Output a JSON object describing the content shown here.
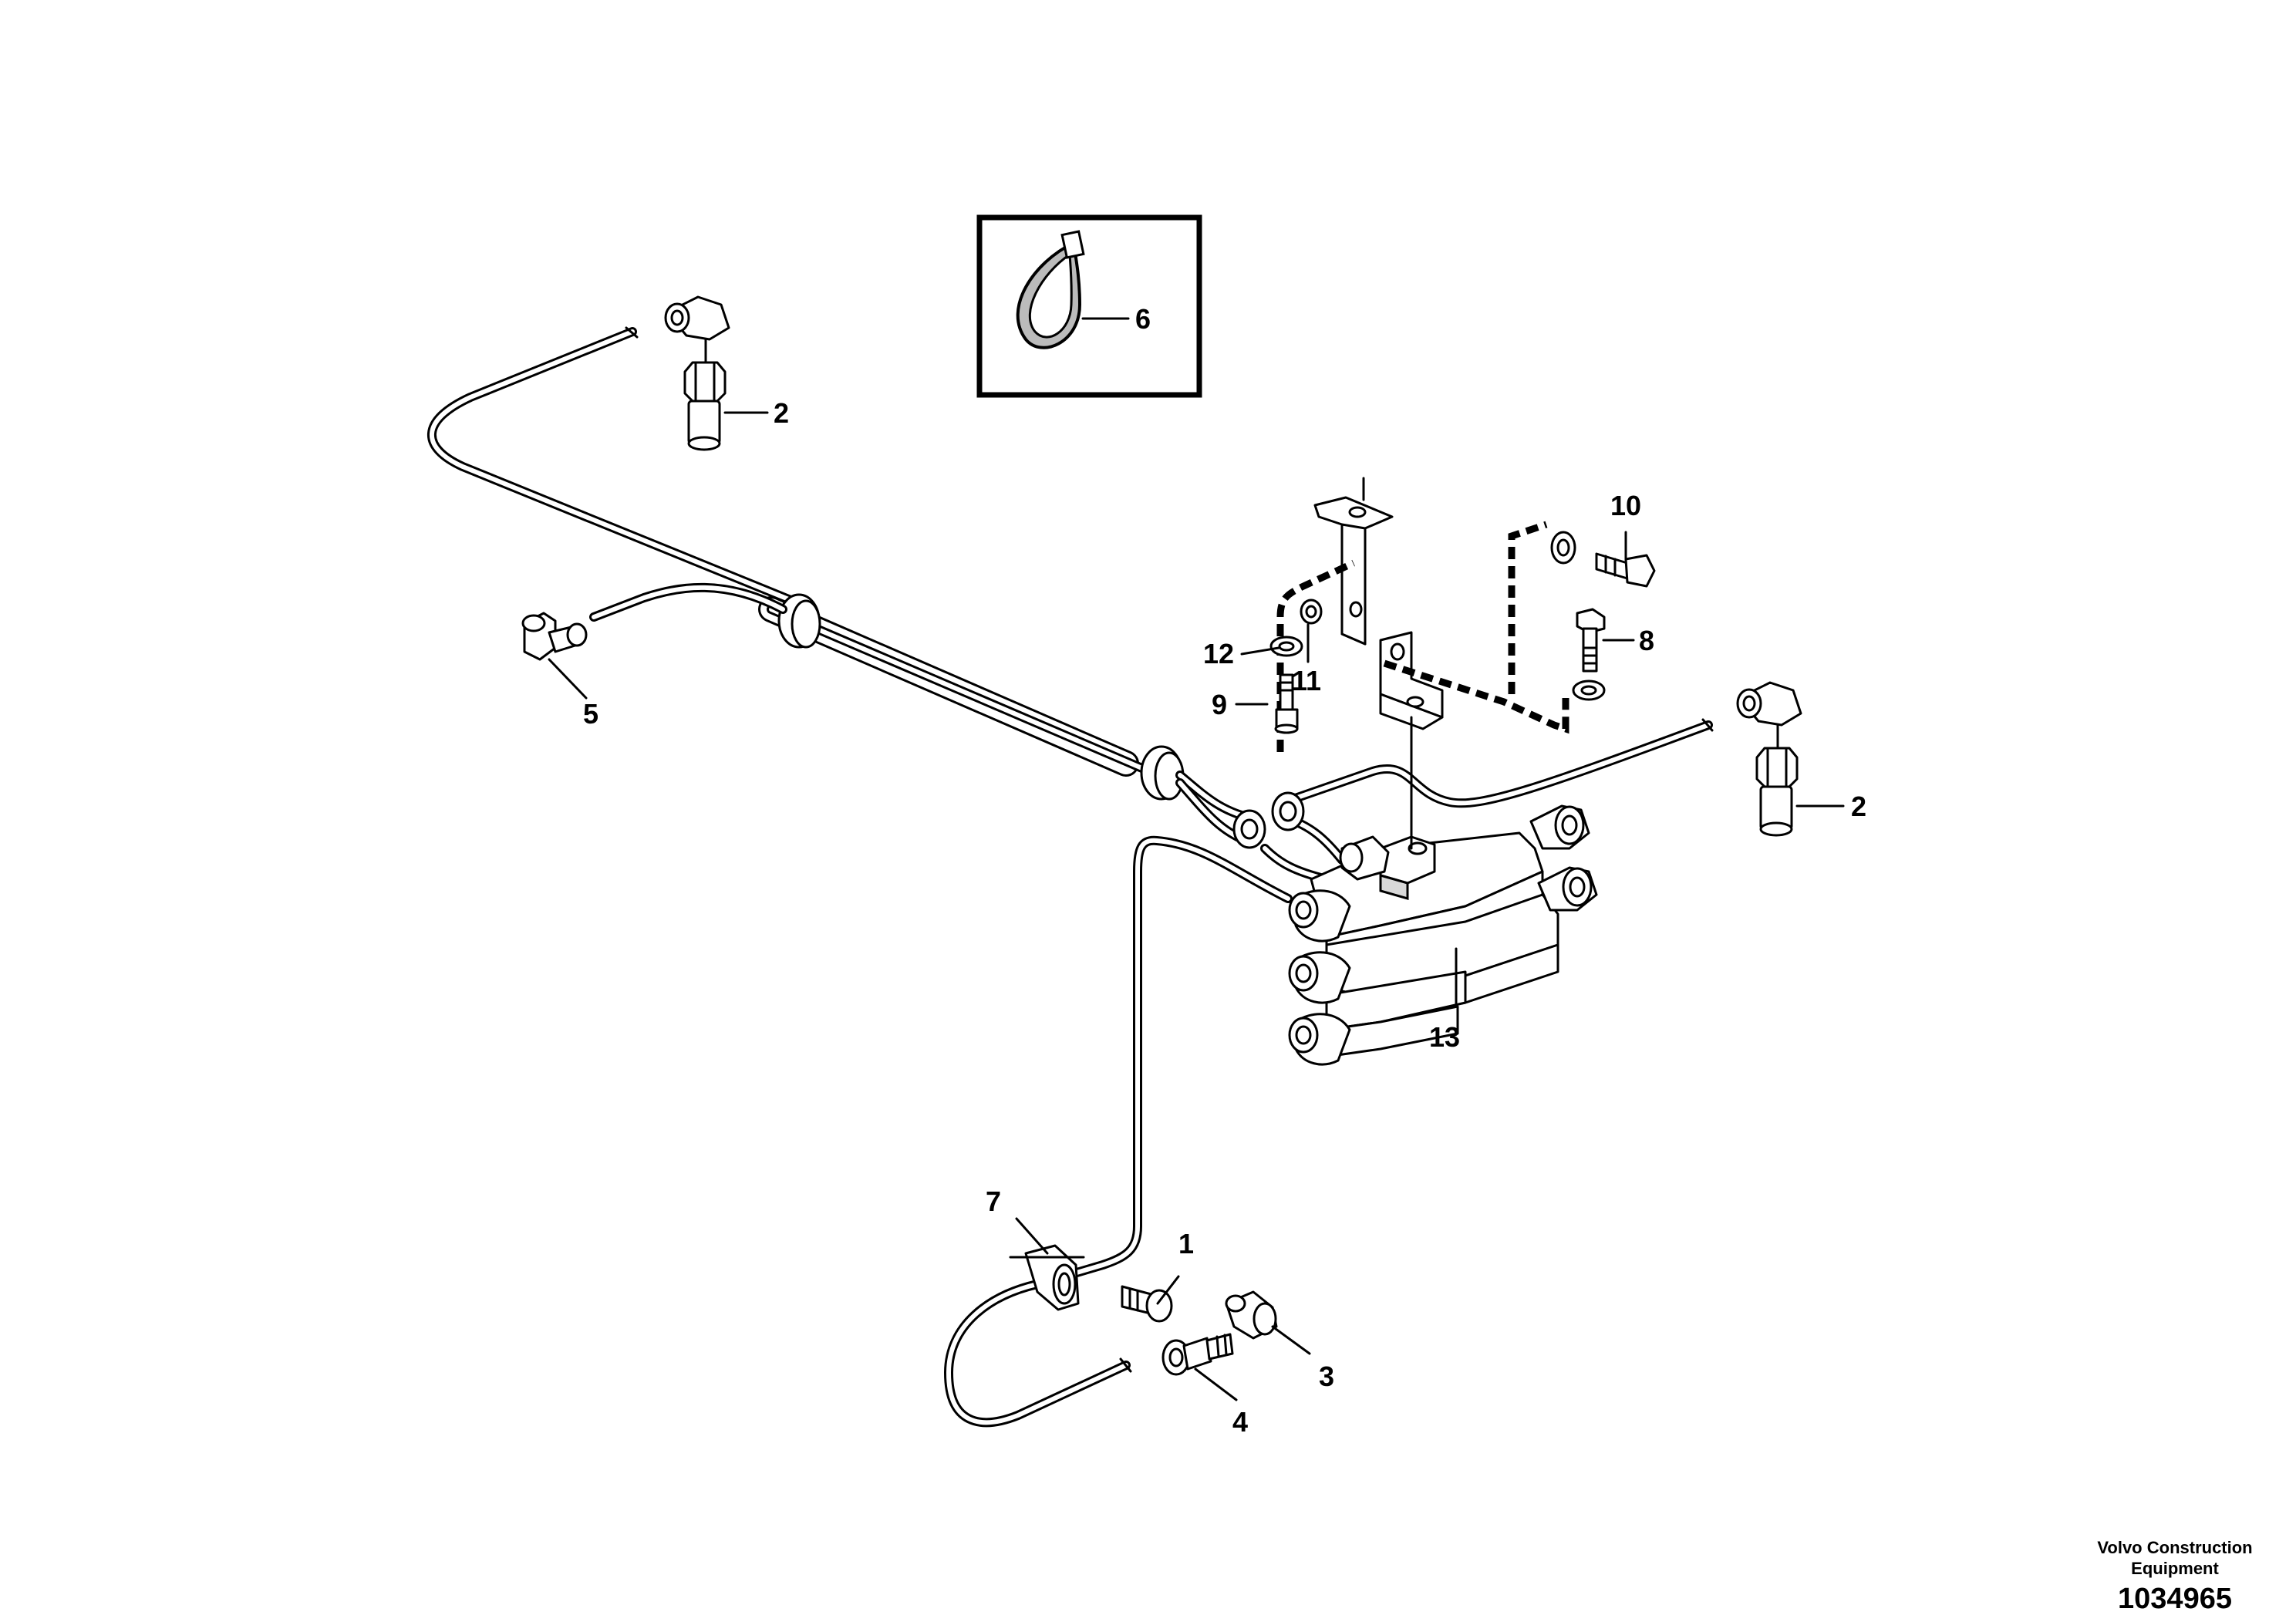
{
  "callouts": [
    {
      "id": "c1",
      "text": "1"
    },
    {
      "id": "c2a",
      "text": "2"
    },
    {
      "id": "c2b",
      "text": "2"
    },
    {
      "id": "c3",
      "text": "3"
    },
    {
      "id": "c4",
      "text": "4"
    },
    {
      "id": "c5",
      "text": "5"
    },
    {
      "id": "c6",
      "text": "6"
    },
    {
      "id": "c7",
      "text": "7"
    },
    {
      "id": "c8",
      "text": "8"
    },
    {
      "id": "c9",
      "text": "9"
    },
    {
      "id": "c10",
      "text": "10"
    },
    {
      "id": "c11",
      "text": "11"
    },
    {
      "id": "c12",
      "text": "12"
    },
    {
      "id": "c13",
      "text": "13"
    }
  ],
  "footer": {
    "company_line1": "Volvo Construction",
    "company_line2": "Equipment",
    "drawing_number": "1034965"
  }
}
